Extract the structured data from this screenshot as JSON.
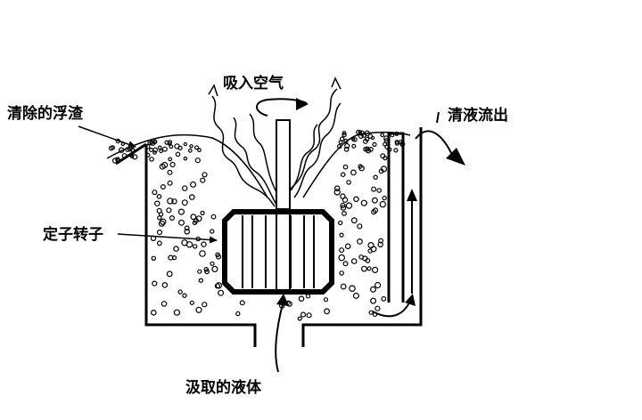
{
  "labels": {
    "air_in": "吸入空气",
    "scum_removed": "清除的浮渣",
    "clear_liquid_out": "清液流出",
    "stator_rotor": "定子转子",
    "liquid_drawn": "汲取的液体"
  },
  "colors": {
    "ink": "#000000",
    "background": "#ffffff"
  }
}
